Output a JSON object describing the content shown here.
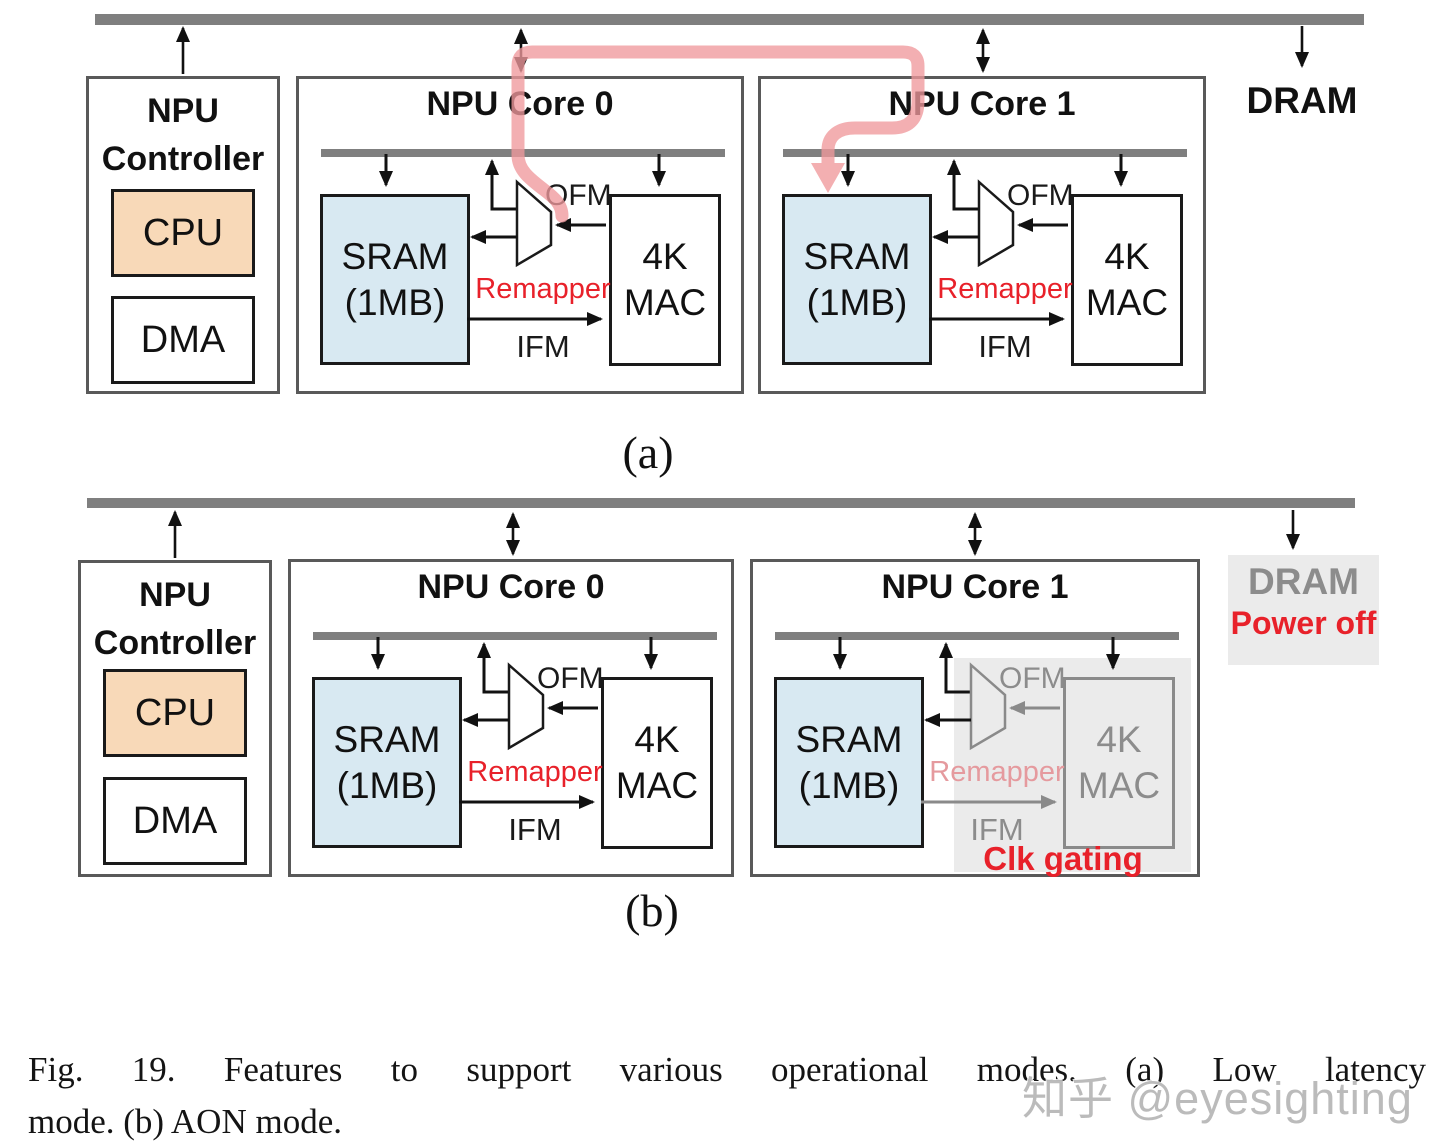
{
  "labels": {
    "npu": "NPU",
    "controller": "Controller",
    "cpu": "CPU",
    "dma": "DMA",
    "core0_title": "NPU Core 0",
    "core1_title": "NPU Core 1",
    "sram_line1": "SRAM",
    "sram_line2": "(1MB)",
    "mac_line1": "4K",
    "mac_line2": "MAC",
    "ofm": "OFM",
    "ifm": "IFM",
    "remapper": "Remapper",
    "dram": "DRAM",
    "power_off": "Power off",
    "clk_gating": "Clk gating",
    "panel_a": "(a)",
    "panel_b": "(b)"
  },
  "caption": {
    "line1": "Fig. 19. Features to support various operational modes. (a) Low latency",
    "line2": "mode. (b) AON mode."
  },
  "watermark": "知乎 @eyesighting",
  "colors": {
    "bus": "#7f7f7f",
    "outer_border": "#595959",
    "cpu_fill": "#f8d9b8",
    "sram_fill": "#d8e9f2",
    "red": "#e8212a",
    "faded_red": "#e59a9e",
    "gray_text": "#8c8c8c",
    "disabled_panel": "#ebebeb",
    "transfer_arrow": "#f0999c"
  }
}
